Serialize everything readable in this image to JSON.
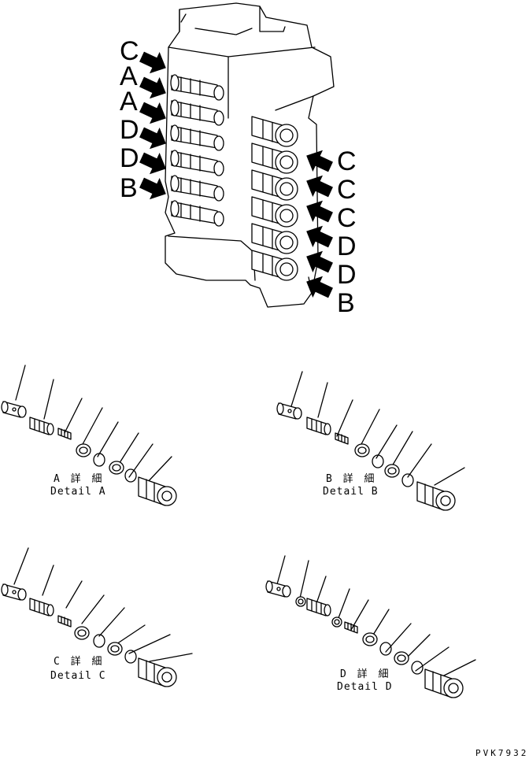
{
  "valve_labels": {
    "left": [
      "C",
      "A",
      "A",
      "D",
      "D",
      "B"
    ],
    "right": [
      "C",
      "C",
      "C",
      "D",
      "D",
      "B"
    ]
  },
  "details": [
    {
      "id": "A",
      "title": "A 詳 細",
      "subtitle": "Detail A"
    },
    {
      "id": "B",
      "title": "B 詳 細",
      "subtitle": "Detail B"
    },
    {
      "id": "C",
      "title": "C 詳 細",
      "subtitle": "Detail C"
    },
    {
      "id": "D",
      "title": "D 詳 細",
      "subtitle": "Detail D"
    }
  ],
  "drawing_code": "PVK7932"
}
